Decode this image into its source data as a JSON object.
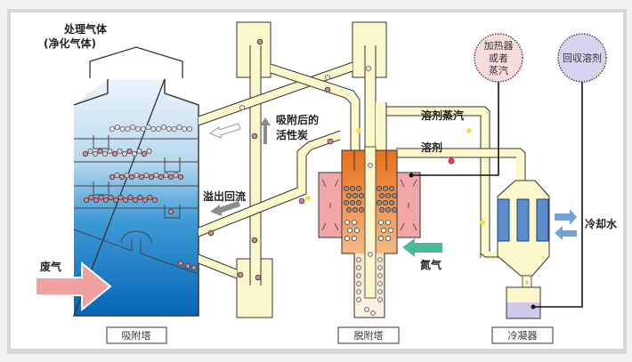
{
  "labels": {
    "treated_gas_line1": "处理气体",
    "treated_gas_line2": "(净化气体)",
    "waste_gas": "废气",
    "adsorbed_carbon_line1": "吸附后的",
    "adsorbed_carbon_line2": "活性炭",
    "overflow_return": "溢出回流",
    "solvent_vapor": "溶剂蒸汽",
    "solvent": "溶剂",
    "nitrogen": "氮气",
    "cooling_water": "冷却水",
    "heater_line1": "加热器",
    "heater_line2": "或者",
    "heater_line3": "蒸汽",
    "recovered_solvent": "回収溶剂"
  },
  "captions": {
    "adsorption_tower": "吸附塔",
    "desorption_tower": "脱附塔",
    "condenser": "冷凝器"
  },
  "colors": {
    "pipe": "#fdf8cc",
    "tower_top": "#e6f1fa",
    "tower_bottom": "#0a6fc0",
    "desorber_top": "#e8751f",
    "desorber_bottom": "#fbe6cf",
    "heater": "#f2a6a6",
    "condenser_tubes": "#5d8ccb",
    "recovered_liquid": "#cfc8ea",
    "nitrogen_arrow": "#4db89a",
    "waste_gas_arrow": "#f0a0a0",
    "heater_circle": "#f8dcdc",
    "recovery_circle": "#d8d3ef"
  }
}
